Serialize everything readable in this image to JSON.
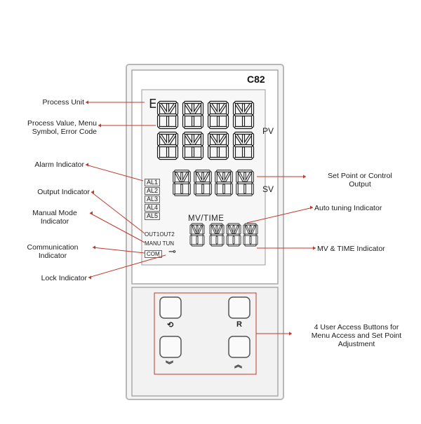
{
  "device": {
    "model": "C82",
    "pv_tag": "PV",
    "sv_tag": "SV",
    "unit_symbol": "E",
    "mv_time_tag": "MV/TIME",
    "alarms": [
      "AL1",
      "AL2",
      "AL3",
      "AL4",
      "AL5"
    ],
    "out_tag": "OUT1OUT2",
    "man_tag": "MANU TUN",
    "com_tag": "COM",
    "lock_symbol": "⊸",
    "buttons": [
      {
        "name": "set",
        "glyph": "⟲"
      },
      {
        "name": "r",
        "glyph": "R"
      },
      {
        "name": "down",
        "glyph": "︾"
      },
      {
        "name": "up",
        "glyph": "︽"
      }
    ]
  },
  "labels": {
    "process_unit": "Process Unit",
    "process_value_line1": "Process Value, Menu",
    "process_value_line2": "Symbol, Error Code",
    "alarm": "Alarm Indicator",
    "output_line1": "Output Indicator",
    "manual_line1": "Manual Mode",
    "manual_line2": "Indicator",
    "comm_line1": "Communication",
    "comm_line2": "Indicator",
    "lock": "Lock Indicator",
    "setpoint_line1": "Set Point or Control",
    "setpoint_line2": "Output",
    "autotune": "Auto tuning Indicator",
    "mvtime": "MV & TIME Indicator",
    "buttons_line1": "4 User Access Buttons for",
    "buttons_line2": "Menu Access and Set Point",
    "buttons_line3": "Adjustment"
  },
  "colors": {
    "leader": "#c0392b",
    "bezel": "#cfcfcf",
    "segment": "#1a1a1a"
  }
}
